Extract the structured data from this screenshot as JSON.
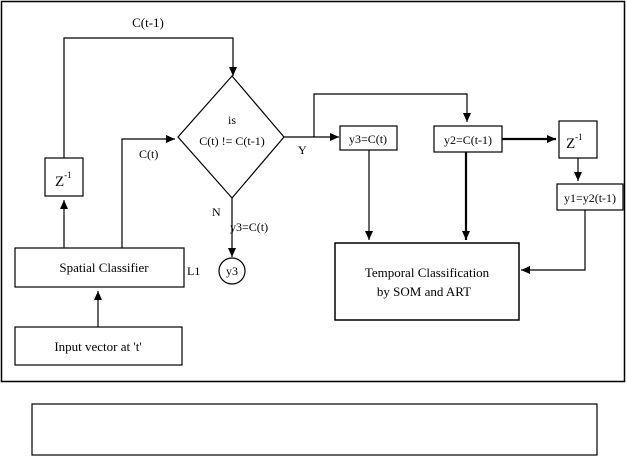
{
  "labels": {
    "feedback_top": "C(t-1)",
    "c_t": "C(t)",
    "decision_is": "is",
    "decision_condition": "C(t) != C(t-1)",
    "yes": "Y",
    "no": "N",
    "no_output": "y3=C(t)",
    "y3_circle": "y3",
    "l1": "L1",
    "z_left": "Z",
    "z_right": "Z",
    "z_exp": "-1"
  },
  "boxes": {
    "spatial_classifier": "Spatial Classifier",
    "input_vector": "Input vector at 't'",
    "y3_box": "y3=C(t)",
    "y2_box": "y2=C(t-1)",
    "y1_box": "y1=y2(t-1)",
    "temporal_line1": "Temporal Classification",
    "temporal_line2": "by SOM and ART"
  },
  "caption_box": ""
}
